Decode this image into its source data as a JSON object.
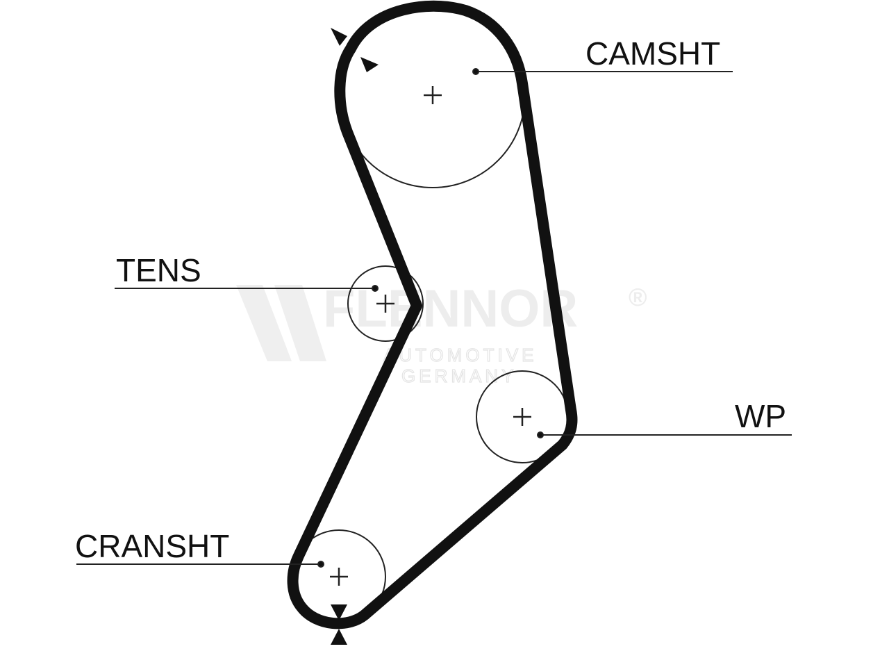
{
  "labels": {
    "camshaft": "CAMSHT",
    "tensioner": "TENS",
    "water_pump": "WP",
    "crankshaft": "CRANSHT"
  },
  "watermark": {
    "brand": "FLENNOR",
    "registered": "®",
    "line1": "AUTOMOTIVE",
    "line2": "GERMANY"
  },
  "colors": {
    "belt": "#111111",
    "pulley": "#222222",
    "watermark": "#ededed"
  }
}
